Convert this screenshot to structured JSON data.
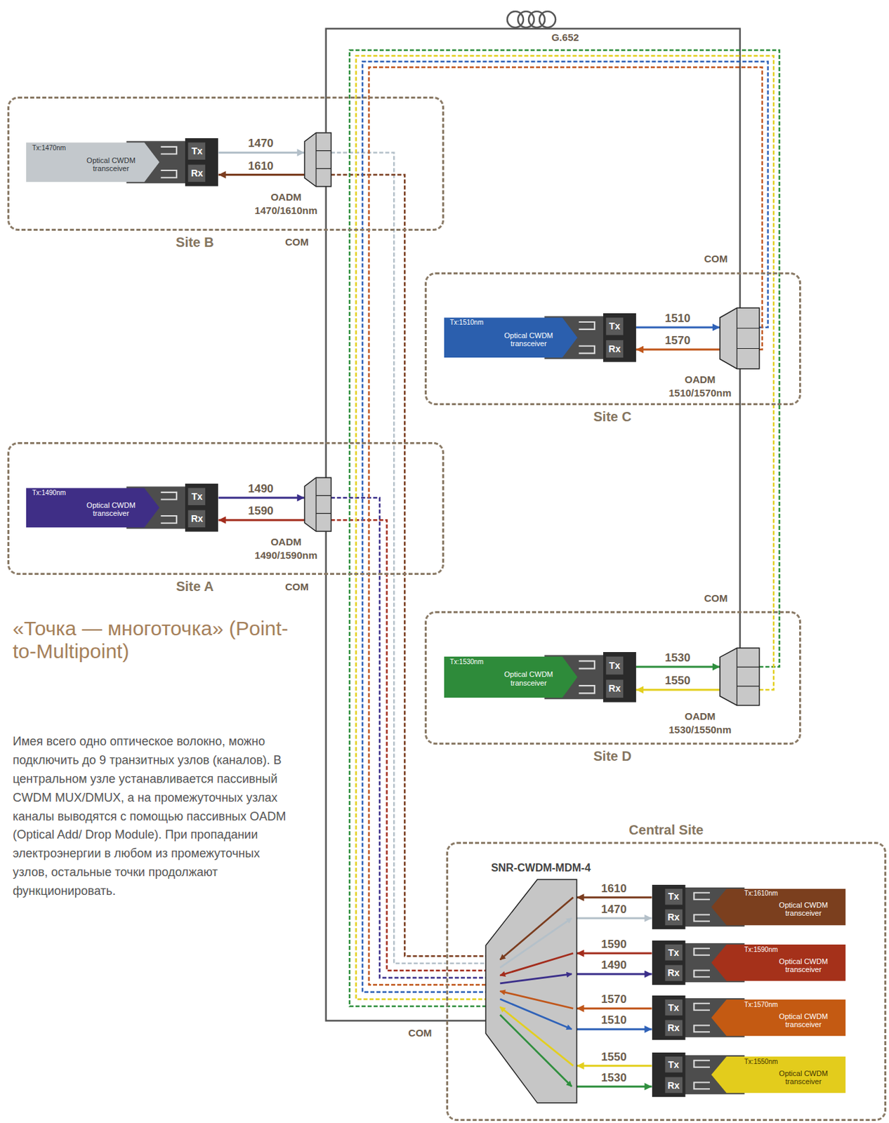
{
  "diagram": {
    "title": "«Точка — многоточка» (Point-to-Multipoint)",
    "caption": "Имея всего одно оптическое волокно, можно подключить до 9 транзитных узлов (каналов). В центральном узле устанавливается пассивный CWDM MUX/DMUX, а на промежуточных узлах каналы выводятся с помощью пассивных OADM (Optical Add/ Drop Module). При пропадании электроэнергии в любом из промежуточных узлов, остальные точки продолжают функционировать.",
    "nodes": [
      {
        "text": [
          "Site B"
        ]
      },
      {
        "text": [
          "Tx:1470nm",
          "Optical CWDM transceiver",
          "Tx",
          "Rx"
        ],
        "in": 0
      },
      {
        "text": [
          "OADM 1470/1610nm"
        ],
        "in": 0
      },
      {
        "text": [
          "Site C"
        ]
      },
      {
        "text": [
          "Tx:1510nm",
          "Optical CWDM transceiver",
          "Tx",
          "Rx"
        ],
        "in": 3
      },
      {
        "text": [
          "OADM 1510/1570nm"
        ],
        "in": 3
      },
      {
        "text": [
          "Site A"
        ]
      },
      {
        "text": [
          "Tx:1490nm",
          "Optical CWDM transceiver",
          "Tx",
          "Rx"
        ],
        "in": 6
      },
      {
        "text": [
          "OADM 1490/1590nm"
        ],
        "in": 6
      },
      {
        "text": [
          "Site D"
        ]
      },
      {
        "text": [
          "Tx:1530nm",
          "Optical CWDM transceiver",
          "Tx",
          "Rx"
        ],
        "in": 9
      },
      {
        "text": [
          "OADM 1530/1550nm"
        ],
        "in": 9
      },
      {
        "text": [
          "Central Site"
        ]
      },
      {
        "text": [
          "SNR-CWDM-MDM-4"
        ],
        "in": 12
      },
      {
        "text": [
          "Tx:1610nm",
          "Optical CWDM transceiver",
          "Tx",
          "Rx"
        ],
        "in": 12
      },
      {
        "text": [
          "Tx:1590nm",
          "Optical CWDM transceiver",
          "Tx",
          "Rx"
        ],
        "in": 12
      },
      {
        "text": [
          "Tx:1570nm",
          "Optical CWDM transceiver",
          "Tx",
          "Rx"
        ],
        "in": 12
      },
      {
        "text": [
          "Tx:1550nm",
          "Optical CWDM transceiver",
          "Tx",
          "Rx"
        ],
        "in": 12
      }
    ],
    "edges": [
      {
        "from": 1,
        "to": 2,
        "label": "1470",
        "arrow": "to"
      },
      {
        "from": 2,
        "to": 1,
        "label": "1610",
        "arrow": "to"
      },
      {
        "from": 4,
        "to": 5,
        "label": "1510",
        "arrow": "to"
      },
      {
        "from": 5,
        "to": 4,
        "label": "1570",
        "arrow": "to"
      },
      {
        "from": 7,
        "to": 8,
        "label": "1490",
        "arrow": "to"
      },
      {
        "from": 8,
        "to": 7,
        "label": "1590",
        "arrow": "to"
      },
      {
        "from": 10,
        "to": 11,
        "label": "1530",
        "arrow": "to"
      },
      {
        "from": 11,
        "to": 10,
        "label": "1550",
        "arrow": "to"
      },
      {
        "from": 14,
        "to": 13,
        "label": "1610",
        "arrow": "to"
      },
      {
        "from": 13,
        "to": 14,
        "label": "1470",
        "arrow": "to"
      },
      {
        "from": 15,
        "to": 13,
        "label": "1590",
        "arrow": "to"
      },
      {
        "from": 13,
        "to": 15,
        "label": "1490",
        "arrow": "to"
      },
      {
        "from": 16,
        "to": 13,
        "label": "1570",
        "arrow": "to"
      },
      {
        "from": 13,
        "to": 16,
        "label": "1510",
        "arrow": "to"
      },
      {
        "from": 17,
        "to": 13,
        "label": "1550",
        "arrow": "to"
      },
      {
        "from": 13,
        "to": 17,
        "label": "1530",
        "arrow": "to"
      },
      {
        "from": 13,
        "to": 8,
        "arrow": "none"
      },
      {
        "from": 8,
        "to": 2,
        "arrow": "none"
      },
      {
        "from": 2,
        "to": 5,
        "label": "G.652",
        "arrow": "none"
      },
      {
        "from": 5,
        "to": 11,
        "arrow": "none"
      },
      {
        "from": 2,
        "to": 13,
        "arrow": "none"
      },
      {
        "from": 2,
        "to": 13,
        "arrow": "none"
      },
      {
        "from": 8,
        "to": 13,
        "arrow": "none"
      },
      {
        "from": 8,
        "to": 13,
        "arrow": "none"
      },
      {
        "from": 5,
        "to": 13,
        "arrow": "none"
      },
      {
        "from": 5,
        "to": 13,
        "arrow": "none"
      },
      {
        "from": 11,
        "to": 13,
        "arrow": "none"
      },
      {
        "from": 11,
        "to": 13,
        "arrow": "none"
      }
    ],
    "labels": [
      "COM",
      "COM",
      "COM",
      "COM",
      "COM"
    ]
  }
}
